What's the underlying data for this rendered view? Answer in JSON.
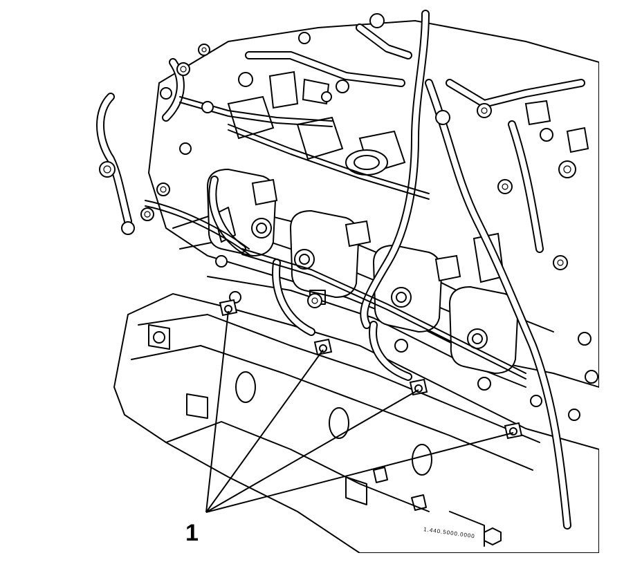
{
  "figure": {
    "callout_label": "1",
    "footer_code": "1.440.5000.0000",
    "stroke_color": "#000000",
    "background_color": "#ffffff"
  },
  "callouts": [
    {
      "label": "1",
      "target": "ignition-coil-bolt-1"
    },
    {
      "label": "1",
      "target": "ignition-coil-bolt-2"
    },
    {
      "label": "1",
      "target": "ignition-coil-bolt-3"
    },
    {
      "label": "1",
      "target": "ignition-coil-bolt-4"
    }
  ]
}
